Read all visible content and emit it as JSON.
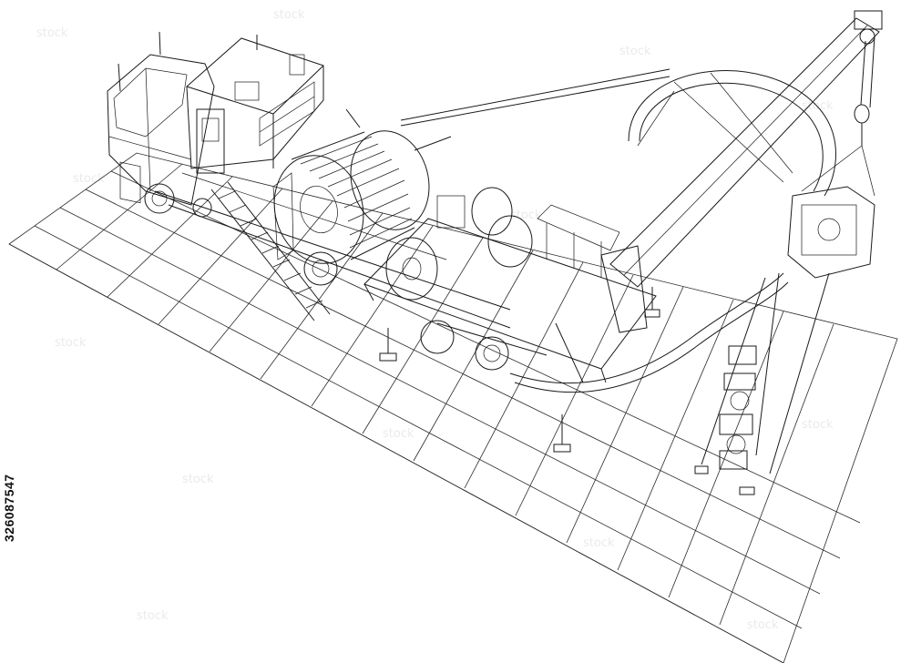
{
  "image": {
    "subject": "wireframe drawing of coiled tubing unit truck with crane on grid platform",
    "line_color": "#1a1a1a",
    "background_color": "#ffffff"
  },
  "stock_id": "326087547",
  "watermark": {
    "text": "stock",
    "color": "#d9d9d9"
  }
}
